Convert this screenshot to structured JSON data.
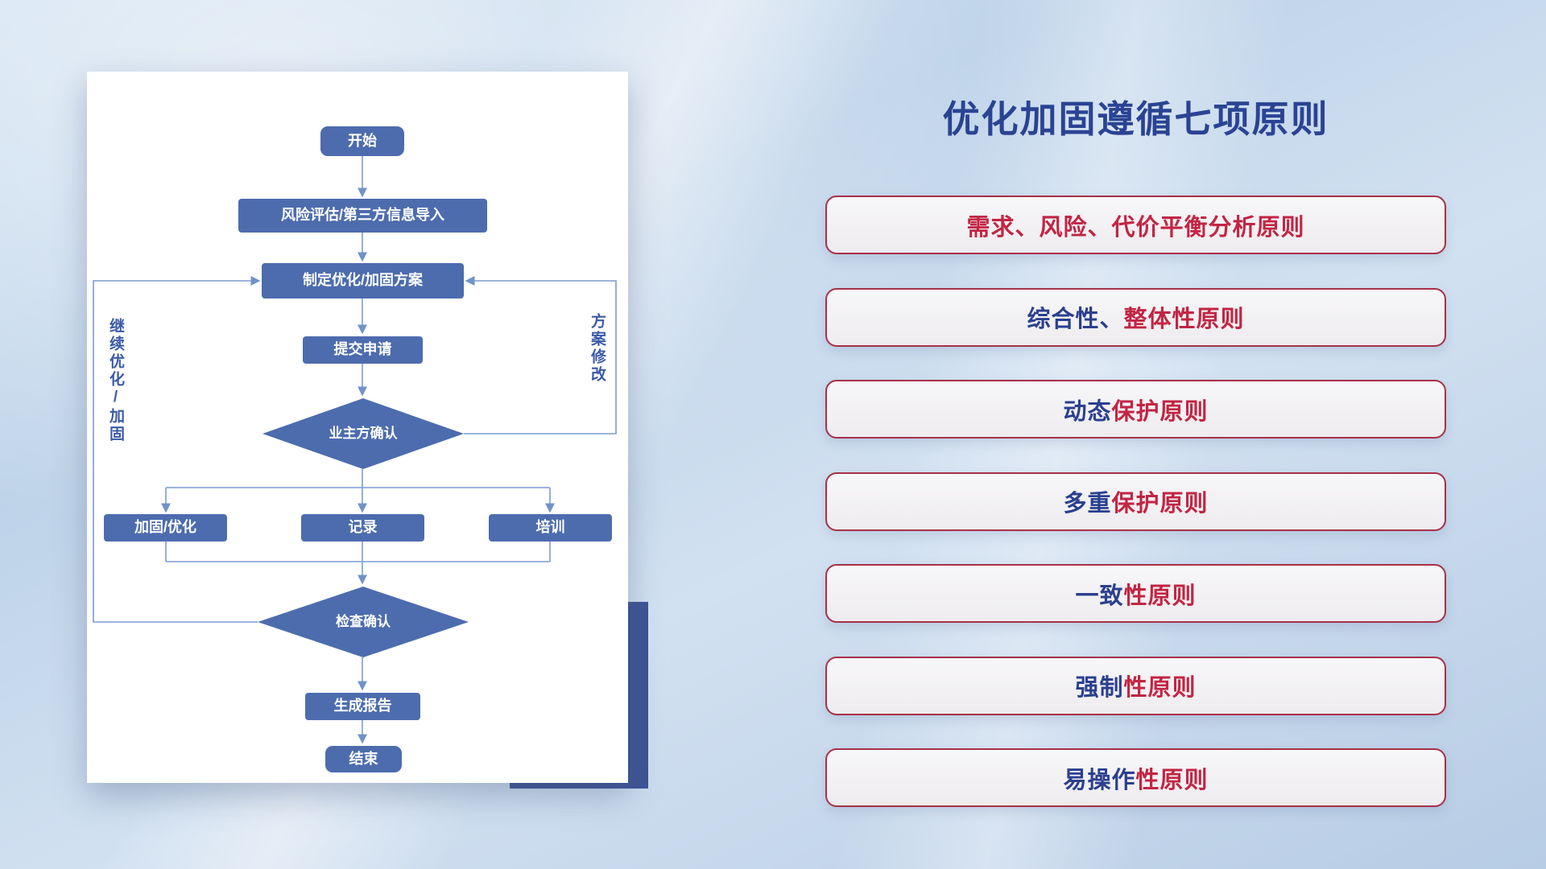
{
  "title": "优化加固遵循七项原则",
  "flowchart": {
    "nodes": {
      "start": "开始",
      "risk": "风险评估/第三方信息导入",
      "plan": "制定优化/加固方案",
      "submit": "提交申请",
      "owner_confirm": "业主方确认",
      "reinforce": "加固/优化",
      "record": "记录",
      "training": "培训",
      "check_confirm": "检查确认",
      "report": "生成报告",
      "end": "结束"
    },
    "edge_labels": {
      "left_loop": "继续优化/加固",
      "right_loop": "方案修改"
    }
  },
  "principles": [
    {
      "blue": "",
      "red": "需求、风险、代价平衡分析原则"
    },
    {
      "blue": "综合性、",
      "red": "整体性原则"
    },
    {
      "blue": "动态",
      "red": "保护原则"
    },
    {
      "blue": "多重",
      "red": "保护原则"
    },
    {
      "blue": "一致",
      "red": "性原则"
    },
    {
      "blue": "强制",
      "red": "性原则"
    },
    {
      "blue": "易操作",
      "red": "性原则"
    }
  ],
  "colors": {
    "accent_navy": "#2a4393",
    "accent_red": "#c22543",
    "node_blue": "#4d6cae",
    "line_blue": "#7b9cd1",
    "accent_block": "#3d5494"
  }
}
